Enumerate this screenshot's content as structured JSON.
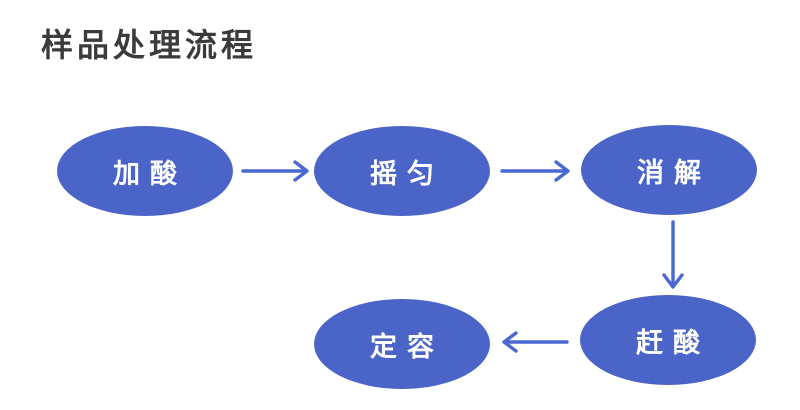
{
  "diagram": {
    "title": "样品处理流程",
    "type": "flowchart",
    "nodes": [
      {
        "id": "add-acid",
        "label": "加酸"
      },
      {
        "id": "shake",
        "label": "摇匀"
      },
      {
        "id": "digest",
        "label": "消解"
      },
      {
        "id": "drive-acid",
        "label": "赶酸"
      },
      {
        "id": "fix-volume",
        "label": "定容"
      }
    ],
    "edges": [
      {
        "from": "加酸",
        "to": "摇匀",
        "direction": "right"
      },
      {
        "from": "摇匀",
        "to": "消解",
        "direction": "right"
      },
      {
        "from": "消解",
        "to": "赶酸",
        "direction": "down"
      },
      {
        "from": "赶酸",
        "to": "定容",
        "direction": "left"
      }
    ]
  },
  "colors": {
    "node_fill": "#4b64c8",
    "node_text": "#ffffff",
    "arrow": "#4a68d2",
    "title": "#3b3b3b",
    "background": "#ffffff"
  }
}
